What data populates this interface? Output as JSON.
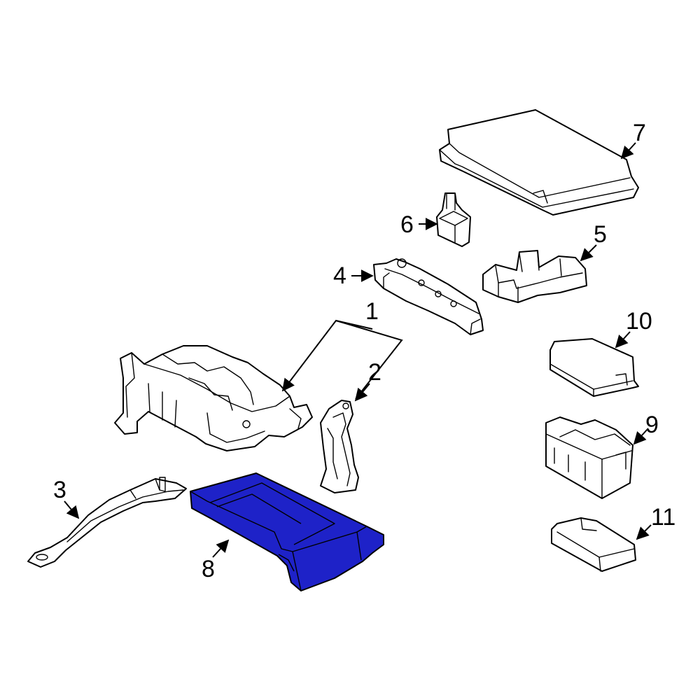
{
  "diagram": {
    "highlight_color": "#1e22c8",
    "highlighted_callout": "8",
    "callouts": [
      "1",
      "2",
      "3",
      "4",
      "5",
      "6",
      "7",
      "8",
      "9",
      "10",
      "11"
    ]
  }
}
